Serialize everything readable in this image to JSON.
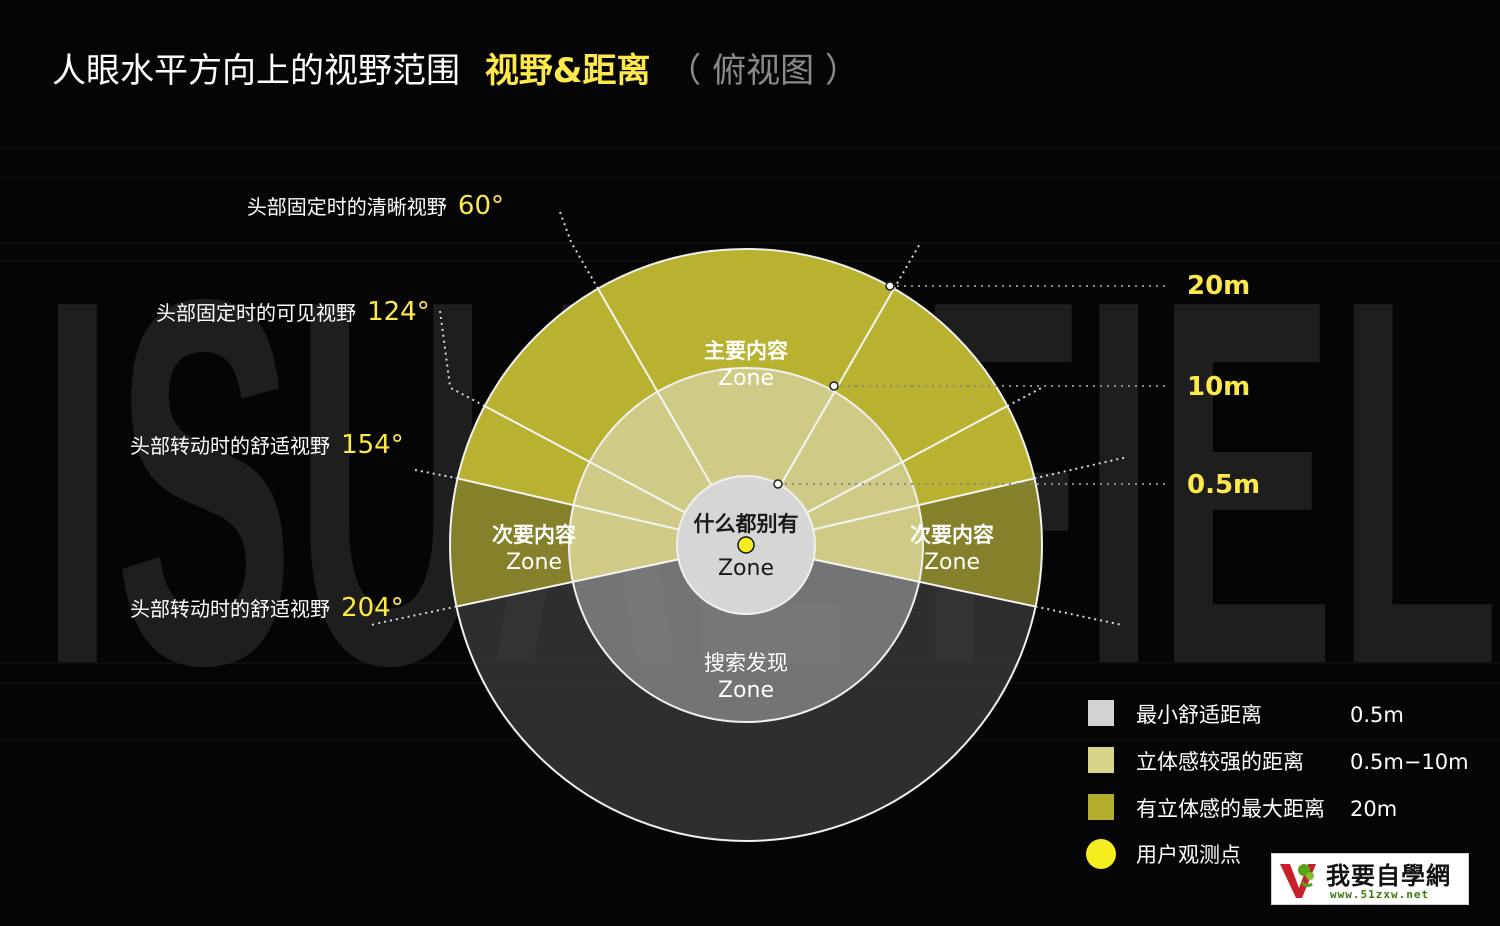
{
  "title": {
    "main": "人眼水平方向上的视野范围",
    "highlight": "视野&距离",
    "suffix": "（ 俯视图 ）"
  },
  "watermark_text": "ISUAL FIEL",
  "fov_labels": [
    {
      "text": "头部固定时的清晰视野",
      "deg": "60°"
    },
    {
      "text": "头部固定时的可见视野",
      "deg": "124°"
    },
    {
      "text": "头部转动时的舒适视野",
      "deg": "154°"
    },
    {
      "text": "头部转动时的舒适视野",
      "deg": "204°"
    }
  ],
  "distance_labels": [
    "20m",
    "10m",
    "0.5m"
  ],
  "zones": {
    "main": {
      "title": "主要内容",
      "sub": "Zone"
    },
    "left": {
      "title": "次要内容",
      "sub": "Zone"
    },
    "right": {
      "title": "次要内容",
      "sub": "Zone"
    },
    "center": {
      "title": "什么都别有",
      "sub": "Zone"
    },
    "bottom": {
      "title": "搜索发现",
      "sub": "Zone"
    }
  },
  "legend": [
    {
      "label": "最小舒适距离",
      "value": "0.5m",
      "color": "#d2d2d2",
      "shape": "square"
    },
    {
      "label": "立体感较强的距离",
      "value": "0.5m−10m",
      "color": "#d8d58a",
      "shape": "square"
    },
    {
      "label": "有立体感的最大距离",
      "value": "20m",
      "color": "#b3ad2e",
      "shape": "square"
    },
    {
      "label": "用户观测点",
      "value": "",
      "color": "#f5ed1f",
      "shape": "circle"
    }
  ],
  "colors": {
    "background": "#050505",
    "accent": "#ffe94a",
    "outer_ring": "#b8b230",
    "side_ring": "#85812b",
    "middle_ring": "#dad68d",
    "center": "#d6d6d6",
    "bottom_outer": "#3a3a3a",
    "bottom_middle": "#848484"
  },
  "brand": {
    "name": "我要自學網",
    "url": "www.51zxw.net"
  }
}
